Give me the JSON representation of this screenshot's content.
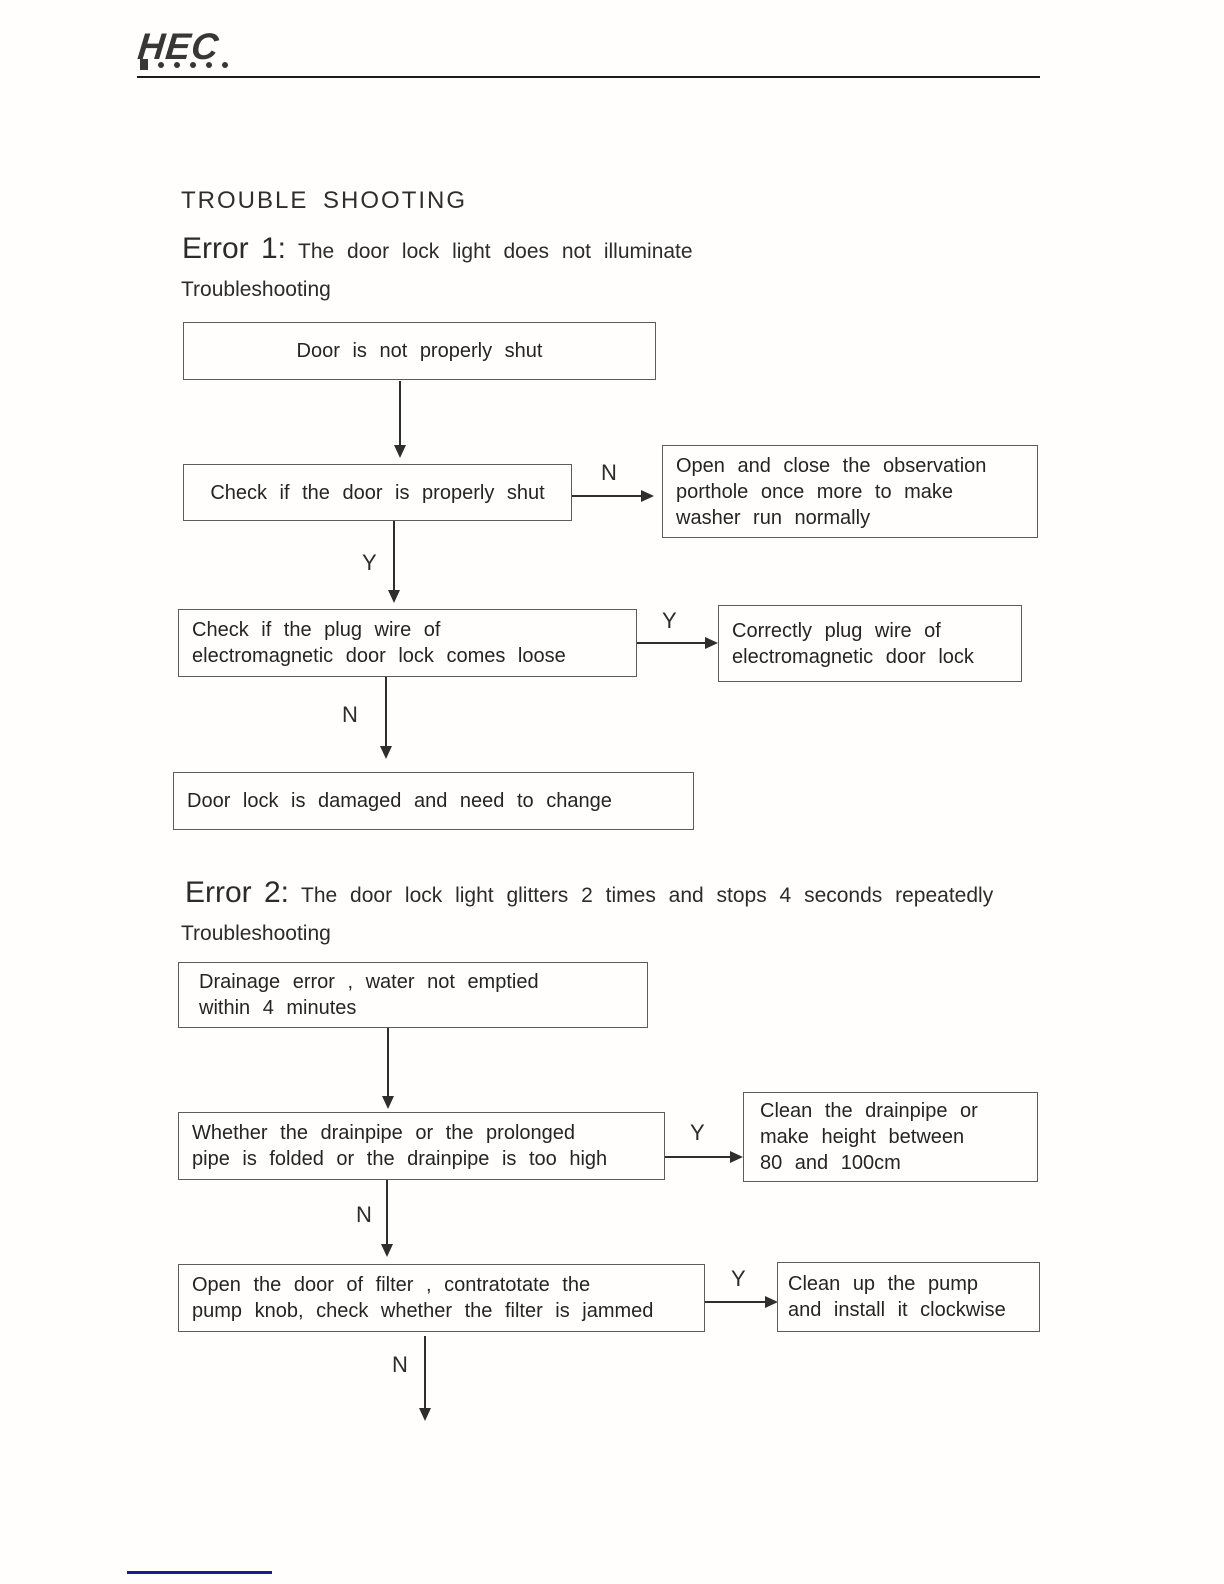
{
  "header": {
    "logo": "HEC"
  },
  "title": "TROUBLE SHOOTING",
  "colors": {
    "footer_accent": "#1b1b8e",
    "text": "#262626",
    "box_border": "#5c5c5c"
  },
  "error1": {
    "label": "Error 1:",
    "description": "The door lock light does not illuminate",
    "troubleshooting_label": "Troubleshooting",
    "flow": {
      "start": "Door is not properly shut",
      "check_door": "Check if the door is properly shut",
      "n1_label": "N",
      "open_close": "Open and close the observation\nporthole once more to make\nwasher run normally",
      "y1_label": "Y",
      "check_plug": "Check if the plug wire of\nelectromagnetic door lock comes loose",
      "y2_label": "Y",
      "correct_plug": "Correctly plug wire of\nelectromagnetic door lock",
      "n2_label": "N",
      "damaged": "Door lock is damaged and need to change"
    }
  },
  "error2": {
    "label": "Error 2:",
    "description": "The door lock light glitters 2 times and stops 4 seconds repeatedly",
    "troubleshooting_label": "Troubleshooting",
    "flow": {
      "start": "Drainage error , water not emptied\nwithin 4 minutes",
      "check_drainpipe": "Whether the drainpipe or the prolonged\npipe is folded or the drainpipe is too high",
      "y1_label": "Y",
      "clean_drainpipe": "Clean the drainpipe or\nmake height between\n80 and 100cm",
      "n1_label": "N",
      "check_filter": "Open the door of filter , contratotate the\npump knob, check whether the filter is jammed",
      "y2_label": "Y",
      "clean_pump": "Clean up the pump\nand install it clockwise",
      "n2_label": "N"
    }
  }
}
